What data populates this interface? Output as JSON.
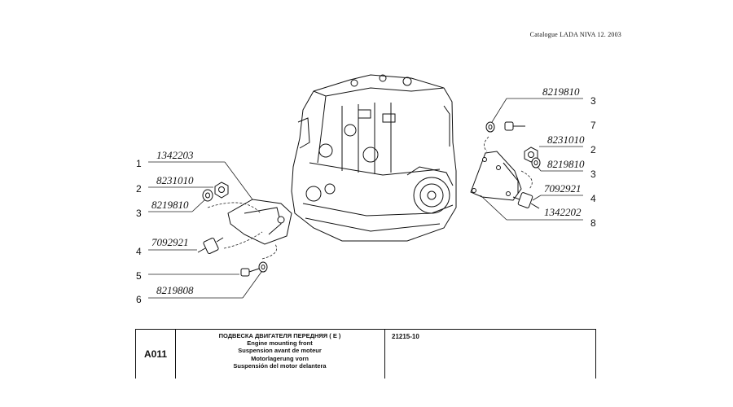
{
  "header": {
    "catalogue": "Catalogue LADA NIVA 12. 2003"
  },
  "parts_left": [
    {
      "index": "1",
      "part_number": "1342203"
    },
    {
      "index": "2",
      "part_number": "8231010"
    },
    {
      "index": "3",
      "part_number": "8219810"
    },
    {
      "index": "4",
      "part_number": "7092921"
    },
    {
      "index": "5",
      "part_number": ""
    },
    {
      "index": "6",
      "part_number": "8219808"
    }
  ],
  "parts_right": [
    {
      "index": "3",
      "part_number": "8219810"
    },
    {
      "index": "7",
      "part_number": ""
    },
    {
      "index": "2",
      "part_number": "8231010"
    },
    {
      "index": "3",
      "part_number": "8219810"
    },
    {
      "index": "4",
      "part_number": "7092921"
    },
    {
      "index": "8",
      "part_number": "1342202"
    }
  ],
  "title_block": {
    "code": "A011",
    "description_lines": [
      "ПОДВЕСКА ДВИГАТЕЛЯ ПЕРЕДНЯЯ ( E )",
      "Engine mounting front",
      "Suspension avant de moteur",
      "Motorlagerung vorn",
      "Suspensión del motor delantera"
    ],
    "model": "21215-10"
  }
}
